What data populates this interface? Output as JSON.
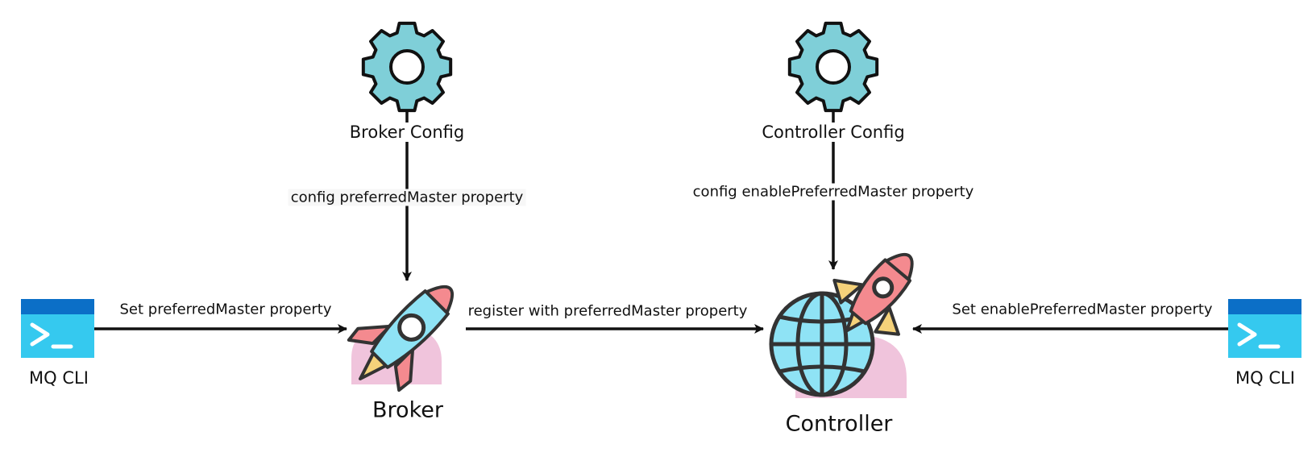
{
  "nodes": {
    "broker_config": {
      "label": "Broker Config",
      "icon": "gear-icon"
    },
    "controller_config": {
      "label": "Controller Config",
      "icon": "gear-icon"
    },
    "broker": {
      "label": "Broker",
      "icon": "rocket-icon"
    },
    "controller": {
      "label": "Controller",
      "icon": "globe-rocket-icon"
    },
    "cli_left": {
      "label": "MQ CLI",
      "icon": "terminal-icon"
    },
    "cli_right": {
      "label": "MQ CLI",
      "icon": "terminal-icon"
    }
  },
  "edges": {
    "broker_config_to_broker": "config preferredMaster property",
    "controller_config_to_controller": "config enablePreferredMaster property",
    "cli_left_to_broker": "Set preferredMaster property",
    "broker_to_controller": "register with preferredMaster property",
    "cli_right_to_controller": "Set enablePreferredMaster property"
  },
  "colors": {
    "gear": "#7fcfd8",
    "rocket_body": "#8fe3f5",
    "rocket_fin": "#f48a8f",
    "flame": "#f5d27a",
    "blob": "#f0c4dc",
    "globe": "#8fe3f5",
    "terminal_bar": "#0b6fc7",
    "terminal_body": "#35c9ef",
    "stroke": "#111111"
  }
}
